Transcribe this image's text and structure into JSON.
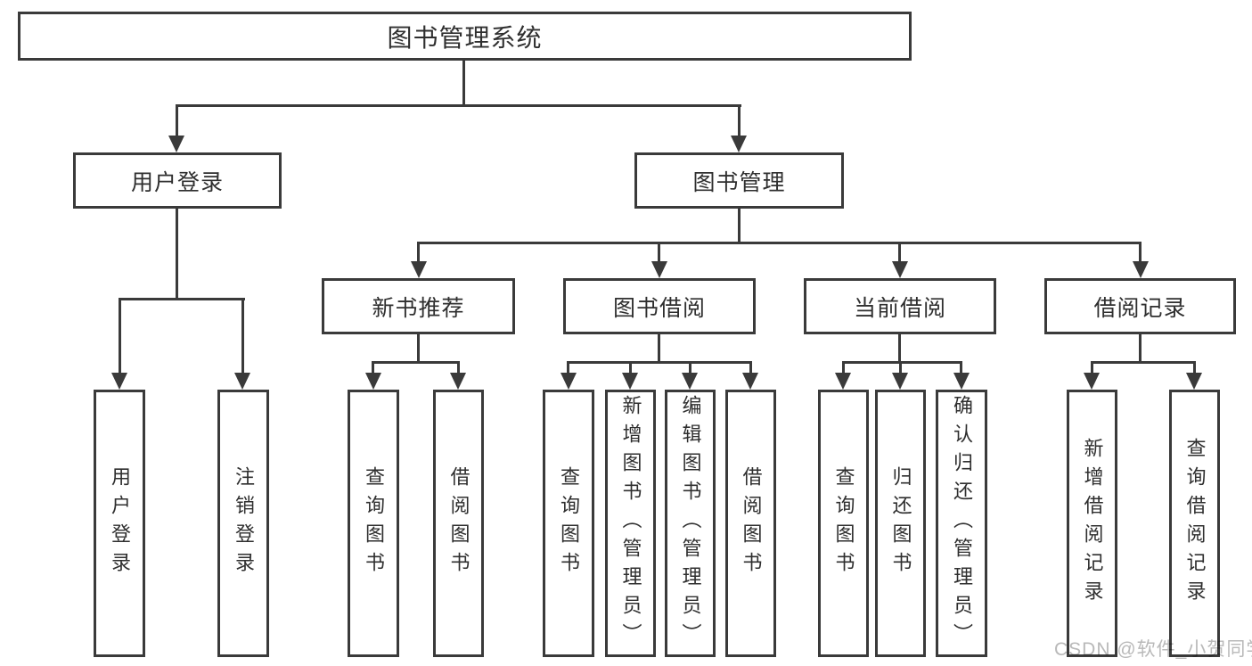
{
  "diagram": {
    "root": {
      "label": "图书管理系统"
    },
    "branches": [
      {
        "label": "用户登录",
        "leaves": [
          "用户登录",
          "注销登录"
        ]
      },
      {
        "label": "图书管理",
        "groups": [
          {
            "label": "新书推荐",
            "leaves": [
              "查询图书",
              "借阅图书"
            ]
          },
          {
            "label": "图书借阅",
            "leaves": [
              "查询图书",
              "新增图书（管理员）",
              "编辑图书（管理员）",
              "借阅图书"
            ]
          },
          {
            "label": "当前借阅",
            "leaves": [
              "查询图书",
              "归还图书",
              "确认归还（管理员）"
            ]
          },
          {
            "label": "借阅记录",
            "leaves": [
              "新增借阅记录",
              "查询借阅记录"
            ]
          }
        ]
      }
    ]
  },
  "watermark": {
    "text": "CSDN @软件_小贺同学"
  },
  "colors": {
    "line": "#3a3a3a",
    "text": "#2f2f2f",
    "watermark": "#b9b9b9",
    "background": "#ffffff"
  }
}
